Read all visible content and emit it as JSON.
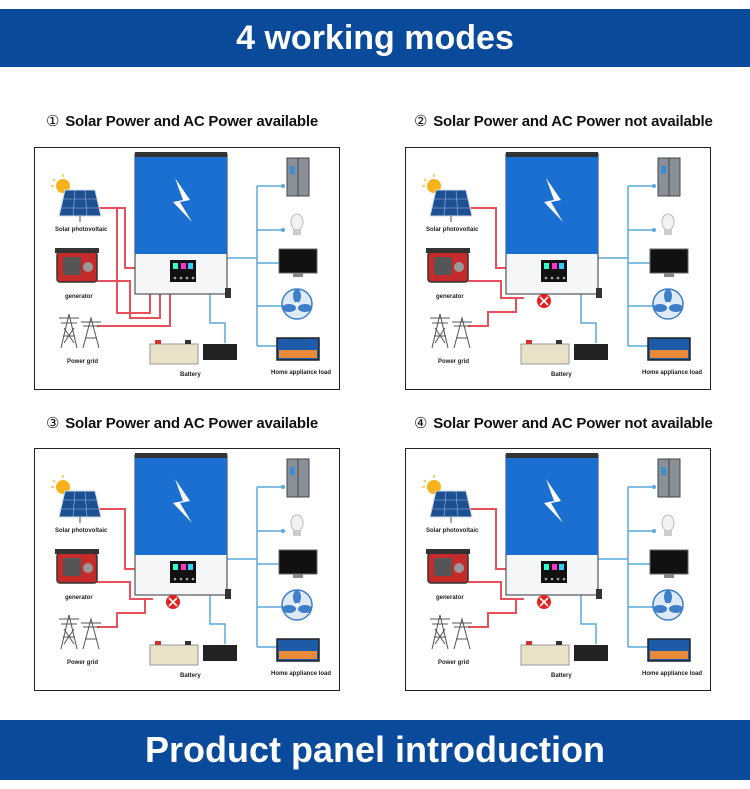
{
  "header": {
    "title": "4 working modes"
  },
  "footer": {
    "title": "Product panel introduction"
  },
  "labels": {
    "solar": "Solar photovoltaic",
    "generator": "generator",
    "grid": "Power grid",
    "battery": "Battery",
    "load": "Home appliance load"
  },
  "colors": {
    "banner": "#0a4a9a",
    "ac_line": "#e8505b",
    "dc_line": "#5aa9dc",
    "inverter": "#1a6fd0",
    "blocked": "#e52020"
  },
  "modes": [
    {
      "number": "①",
      "title": "Solar Power and AC Power available",
      "grid_blocked": false,
      "solar_active": true
    },
    {
      "number": "②",
      "title": "Solar Power and AC Power not available",
      "grid_blocked": true,
      "solar_active": true
    },
    {
      "number": "③",
      "title": "Solar Power and AC Power available",
      "grid_blocked": true,
      "solar_active": true
    },
    {
      "number": "④",
      "title": "Solar Power and AC Power not available",
      "grid_blocked": true,
      "solar_active": true
    }
  ]
}
